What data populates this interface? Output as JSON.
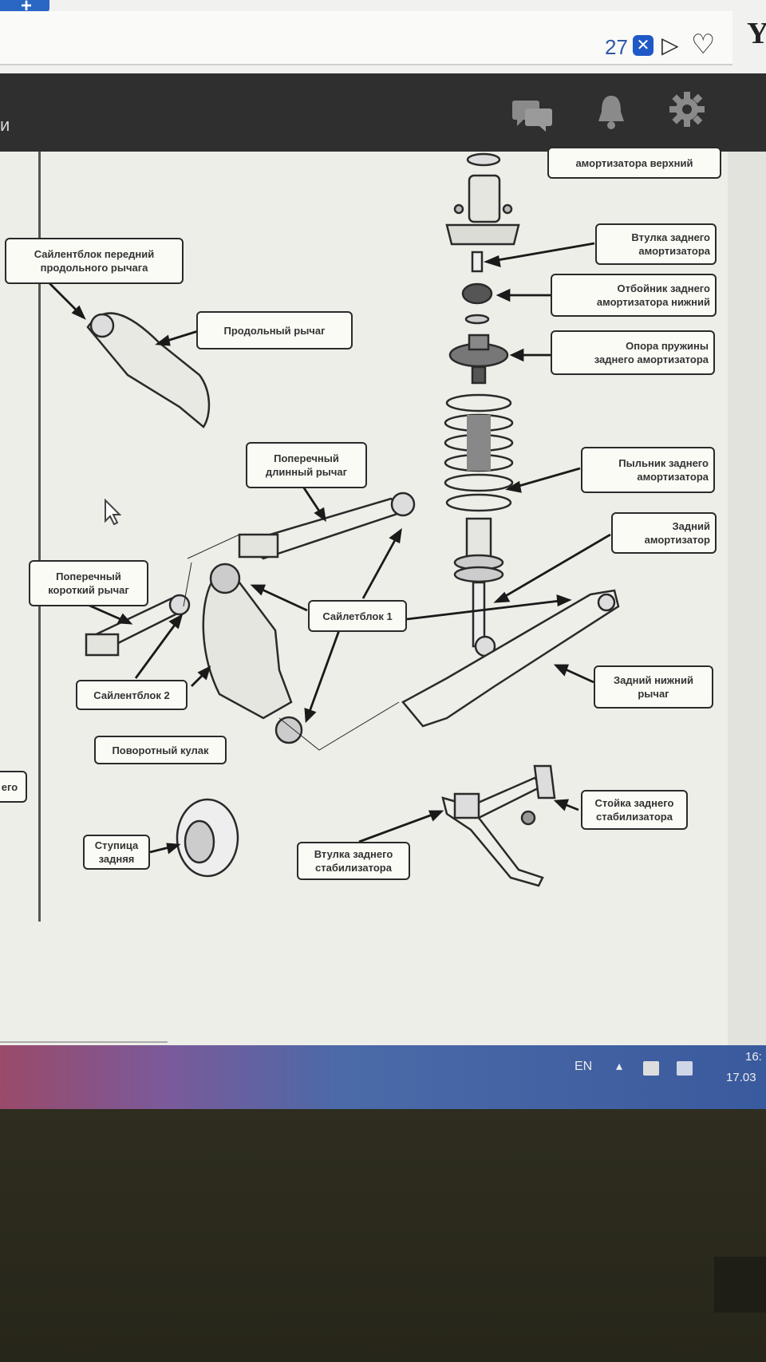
{
  "browser": {
    "badge_count": "27",
    "badge_icon": "x-badge-icon",
    "logo": "Y"
  },
  "toolbar": {
    "left_label": "и",
    "icons": [
      "chat-icon",
      "bell-icon",
      "gear-icon"
    ]
  },
  "diagram": {
    "labels": {
      "upper_bump_stop": "амортизатора верхний",
      "front_arm_bushing": "Сайлентблок передний\nпродольного рычага",
      "trailing_arm": "Продольный рычаг",
      "shock_sleeve": "Втулка заднего\nамортизатора",
      "lower_bump_stop": "Отбойник заднего\nамортизатора нижний",
      "spring_seat": "Опора пружины\nзаднего амортизатора",
      "shock_boot": "Пыльник заднего\nамортизатора",
      "rear_shock": "Задний\nамортизатор",
      "long_lateral_arm": "Поперечный\nдлинный рычаг",
      "short_lateral_arm": "Поперечный\nкороткий рычаг",
      "bushing_1": "Сайлетблок 1",
      "bushing_2": "Сайлентблок 2",
      "lower_arm": "Задний нижний\nрычаг",
      "knuckle": "Поворотный кулак",
      "stabilizer_link": "Стойка заднего\nстабилизатора",
      "hub": "Ступица\nзадняя",
      "stabilizer_bushing": "Втулка заднего\nстабилизатора",
      "cut_left": "его"
    }
  },
  "taskbar": {
    "language": "EN",
    "time": "16:",
    "date": "17.03"
  }
}
